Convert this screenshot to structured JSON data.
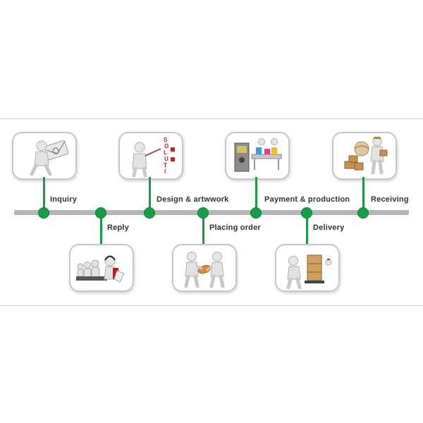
{
  "steps": [
    {
      "label": "Inquiry",
      "icon": "person-with-email-icon"
    },
    {
      "label": "Reply",
      "icon": "call-center-operators-icon"
    },
    {
      "label": "Design & artwwork",
      "icon": "person-presenting-solution-icon"
    },
    {
      "label": "Placing order",
      "icon": "handshake-order-icon"
    },
    {
      "label": "Payment & production",
      "icon": "production-machine-icon"
    },
    {
      "label": "Delivery",
      "icon": "person-pushing-boxes-icon"
    },
    {
      "label": "Receiving",
      "icon": "courier-with-parcels-icon"
    }
  ],
  "colors": {
    "accent": "#13a049",
    "bar": "#b5b5b5",
    "card_border": "#c8c8c8",
    "text": "#333333"
  }
}
